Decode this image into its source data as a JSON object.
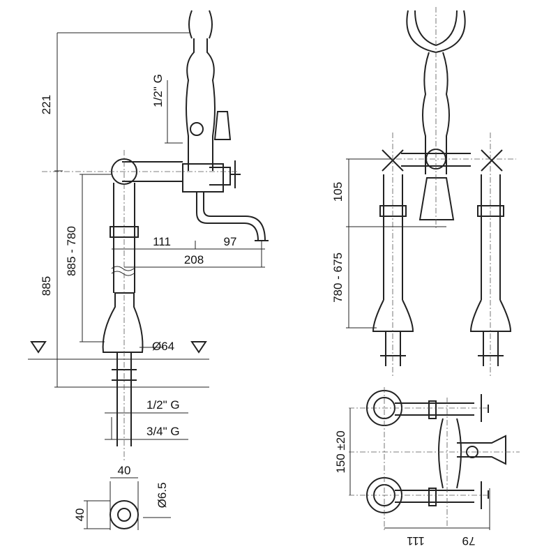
{
  "title": "Bath mixer technical drawing",
  "side_view": {
    "dims": {
      "top_height": "221",
      "inlet_thread": "1/2\" G",
      "total_height": "885",
      "adjust_range": "885 - 780",
      "spout_a": "111",
      "spout_b": "97",
      "spout_total": "208",
      "base_diameter": "Ø64",
      "thread_small": "1/2\" G",
      "thread_large": "3/4\" G"
    }
  },
  "plate_view": {
    "width": "40",
    "height": "40",
    "hole_diameter": "Ø6.5"
  },
  "front_view": {
    "dims": {
      "body_height": "105",
      "leg_range": "780 - 675"
    }
  },
  "plan_view": {
    "dims": {
      "centers": "150 ±20",
      "depth_a": "111",
      "depth_b": "79"
    }
  }
}
